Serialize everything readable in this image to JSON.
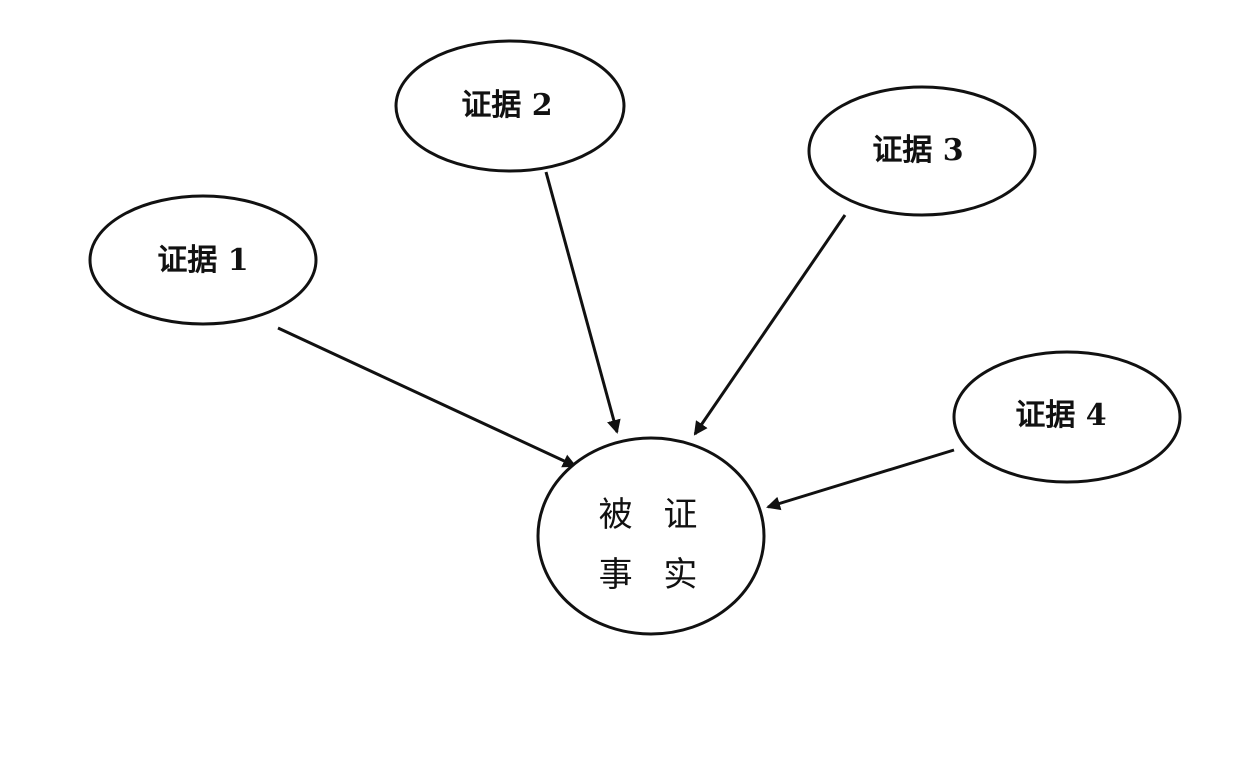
{
  "diagram": {
    "evidence_nodes": [
      {
        "id": "evidence-1",
        "label": "证据 1"
      },
      {
        "id": "evidence-2",
        "label": "证据 2"
      },
      {
        "id": "evidence-3",
        "label": "证据 3"
      },
      {
        "id": "evidence-4",
        "label": "证据 4"
      }
    ],
    "target_node": {
      "id": "fact-to-be-proven",
      "label_line_1": "被 证",
      "label_line_2": "事 实"
    },
    "edges": [
      {
        "from": "evidence-1",
        "to": "fact-to-be-proven"
      },
      {
        "from": "evidence-2",
        "to": "fact-to-be-proven"
      },
      {
        "from": "evidence-3",
        "to": "fact-to-be-proven"
      },
      {
        "from": "evidence-4",
        "to": "fact-to-be-proven"
      }
    ],
    "colors": {
      "stroke": "#111111",
      "background": "#ffffff"
    }
  }
}
